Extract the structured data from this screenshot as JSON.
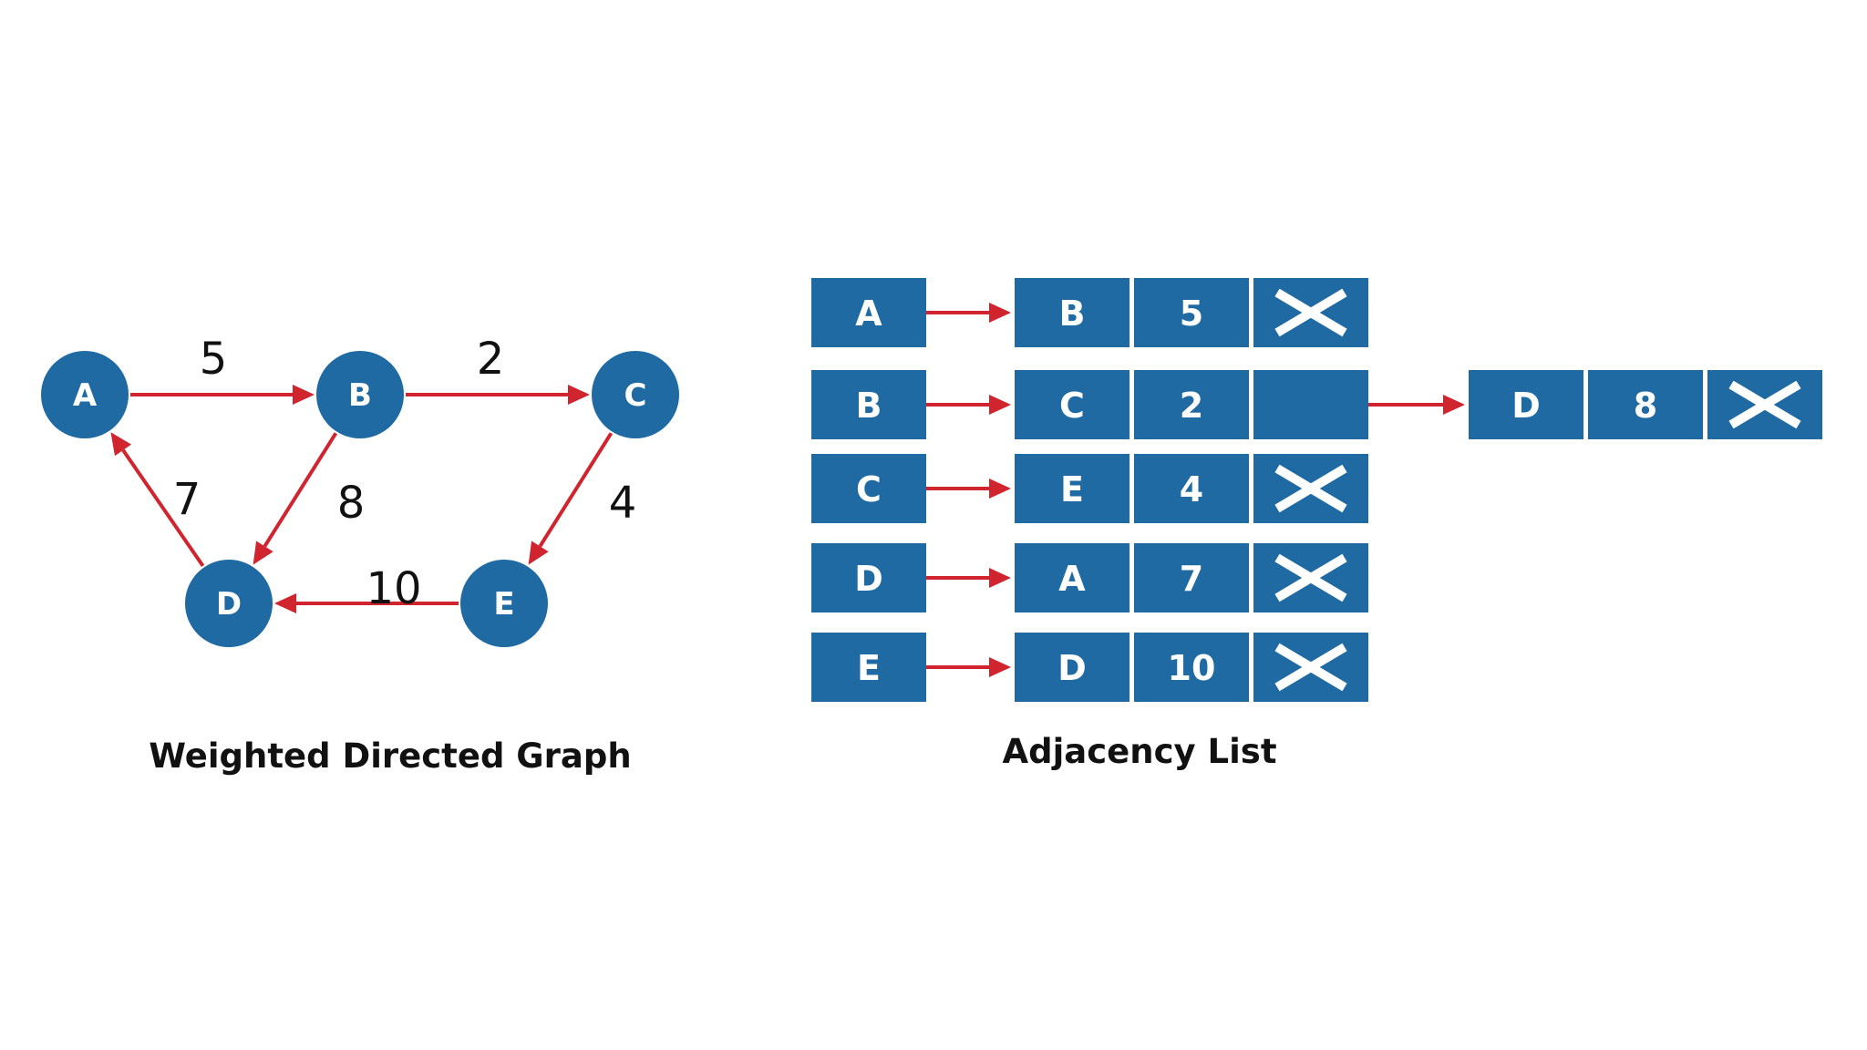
{
  "graph": {
    "caption": "Weighted Directed Graph",
    "nodes": [
      {
        "id": "A",
        "label": "A"
      },
      {
        "id": "B",
        "label": "B"
      },
      {
        "id": "C",
        "label": "C"
      },
      {
        "id": "D",
        "label": "D"
      },
      {
        "id": "E",
        "label": "E"
      }
    ],
    "edges": [
      {
        "from": "A",
        "to": "B",
        "weight": "5"
      },
      {
        "from": "B",
        "to": "C",
        "weight": "2"
      },
      {
        "from": "B",
        "to": "D",
        "weight": "8"
      },
      {
        "from": "C",
        "to": "E",
        "weight": "4"
      },
      {
        "from": "E",
        "to": "D",
        "weight": "10"
      },
      {
        "from": "D",
        "to": "A",
        "weight": "7"
      }
    ],
    "colors": {
      "node": "#1f6aa3",
      "edge": "#d0252f",
      "text": "#111111"
    }
  },
  "adjacency_list": {
    "caption": "Adjacency List",
    "rows": [
      {
        "head": "A",
        "entries": [
          {
            "vertex": "B",
            "weight": "5"
          }
        ]
      },
      {
        "head": "B",
        "entries": [
          {
            "vertex": "C",
            "weight": "2"
          },
          {
            "vertex": "D",
            "weight": "8"
          }
        ]
      },
      {
        "head": "C",
        "entries": [
          {
            "vertex": "E",
            "weight": "4"
          }
        ]
      },
      {
        "head": "D",
        "entries": [
          {
            "vertex": "A",
            "weight": "7"
          }
        ]
      },
      {
        "head": "E",
        "entries": [
          {
            "vertex": "D",
            "weight": "10"
          }
        ]
      }
    ],
    "null_symbol": "X",
    "colors": {
      "cell": "#1f6aa3",
      "arrow": "#d0252f",
      "cell_text": "#ffffff"
    }
  }
}
